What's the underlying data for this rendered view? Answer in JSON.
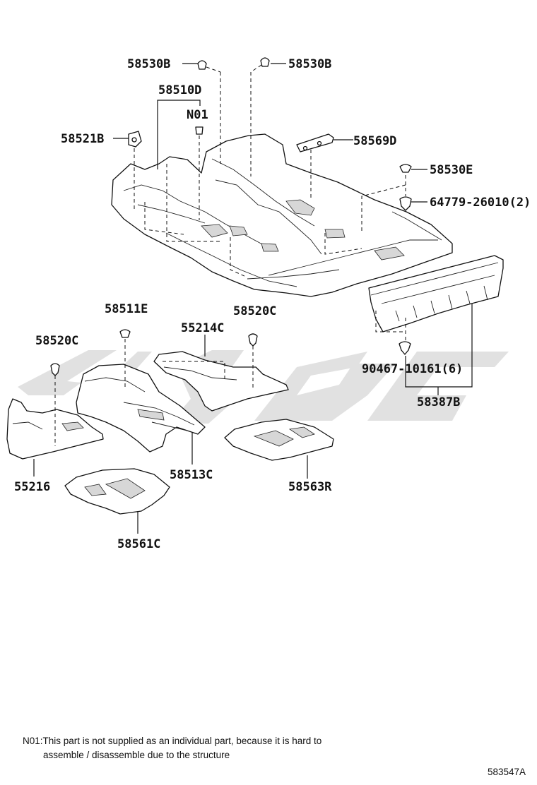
{
  "labels": {
    "p58530B_left": "58530B",
    "p58530B_right": "58530B",
    "p58510D": "58510D",
    "n01": "N01",
    "p58521B": "58521B",
    "p58569D": "58569D",
    "p58530E": "58530E",
    "p64779": "64779-26010(2)",
    "p58511E": "58511E",
    "p58520C_mid": "58520C",
    "p55214C": "55214C",
    "p58520C_left": "58520C",
    "p90467": "90467-10161(6)",
    "p58387B": "58387B",
    "p55216": "55216",
    "p58513C": "58513C",
    "p58563R": "58563R",
    "p58561C": "58561C"
  },
  "footnote": {
    "line1": "N01:This part is not supplied as an individual part, because it is hard to",
    "line2": "assemble / disassemble due to the structure"
  },
  "diagram_code": "583547A",
  "colors": {
    "ink": "#111111",
    "watermark": "#c8c8c8",
    "background": "#ffffff"
  }
}
